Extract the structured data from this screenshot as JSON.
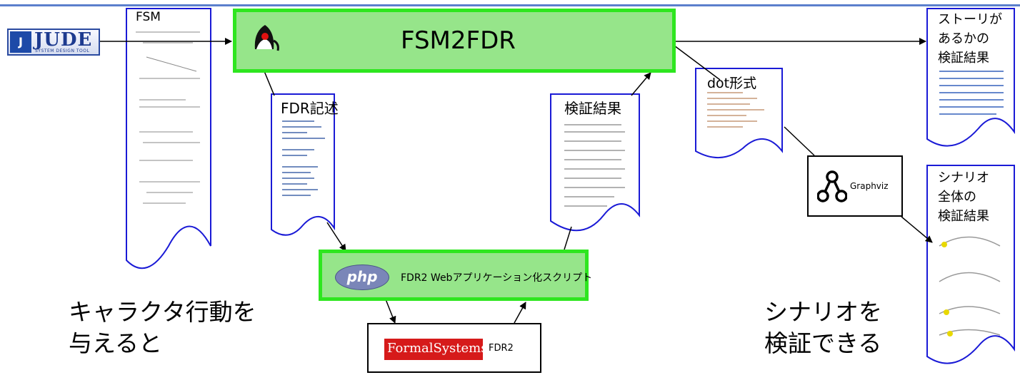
{
  "jude_logo": {
    "mark": "J",
    "name": "JUDE",
    "subtitle": "SYSTEM DESIGN TOOL"
  },
  "fsm_doc": {
    "title": "FSM"
  },
  "fsm2fdr": {
    "title": "FSM2FDR"
  },
  "fdr_desc_doc": {
    "title": "FDR記述"
  },
  "verify_result_doc": {
    "title": "検証結果"
  },
  "dot_doc": {
    "title": "dot形式"
  },
  "story_result_doc": {
    "lines": [
      "ストーリが",
      "あるかの",
      "検証結果"
    ]
  },
  "graphviz": {
    "label": "Graphviz"
  },
  "scenario_result_doc": {
    "lines": [
      "シナリオ",
      "全体の",
      "検証結果"
    ]
  },
  "php_box": {
    "logo": "php",
    "label": "FDR2 Webアプリケーション化スクリプト"
  },
  "fdr2_box": {
    "brand": "FormalSystems",
    "label": "FDR2"
  },
  "caption_left": {
    "lines": [
      "キャラクタ行動を",
      "与えると"
    ]
  },
  "caption_right": {
    "lines": [
      "シナリオを",
      "検証できる"
    ]
  },
  "colors": {
    "green_fill": "#96e58a",
    "green_border": "#2ee61f",
    "doc_border": "#1a1ad6",
    "top_rule": "#5b7fcc",
    "formal_red": "#d61a1a"
  }
}
